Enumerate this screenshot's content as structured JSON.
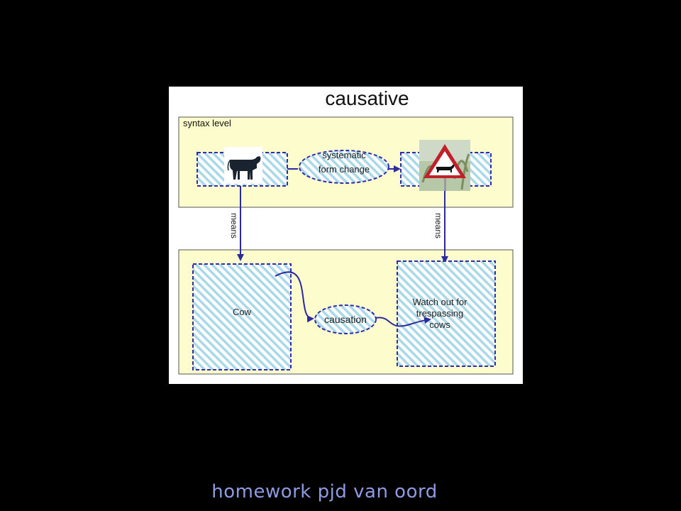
{
  "diagram": {
    "title": "causative",
    "panel_label": "syntax level",
    "top_ellipse": {
      "line1": "systematic",
      "line2": "form change"
    },
    "means_left": "means",
    "means_right": "means",
    "box_cow": "Cow",
    "box_watch": {
      "line1": "Watch out for",
      "line2": "trespassing",
      "line3": "cows"
    },
    "bottom_ellipse": "causation"
  },
  "icons": {
    "cow_photo": "cow-image",
    "sign_photo": "warning-sign-cow-image"
  },
  "colors": {
    "panel_fill": "#fdfccc",
    "stripe": "#a9d8e8",
    "dash": "#2e2ea6",
    "arrow": "#2b2ba0",
    "footer_text": "#8f9be0"
  },
  "footer": "homework pjd van oord"
}
